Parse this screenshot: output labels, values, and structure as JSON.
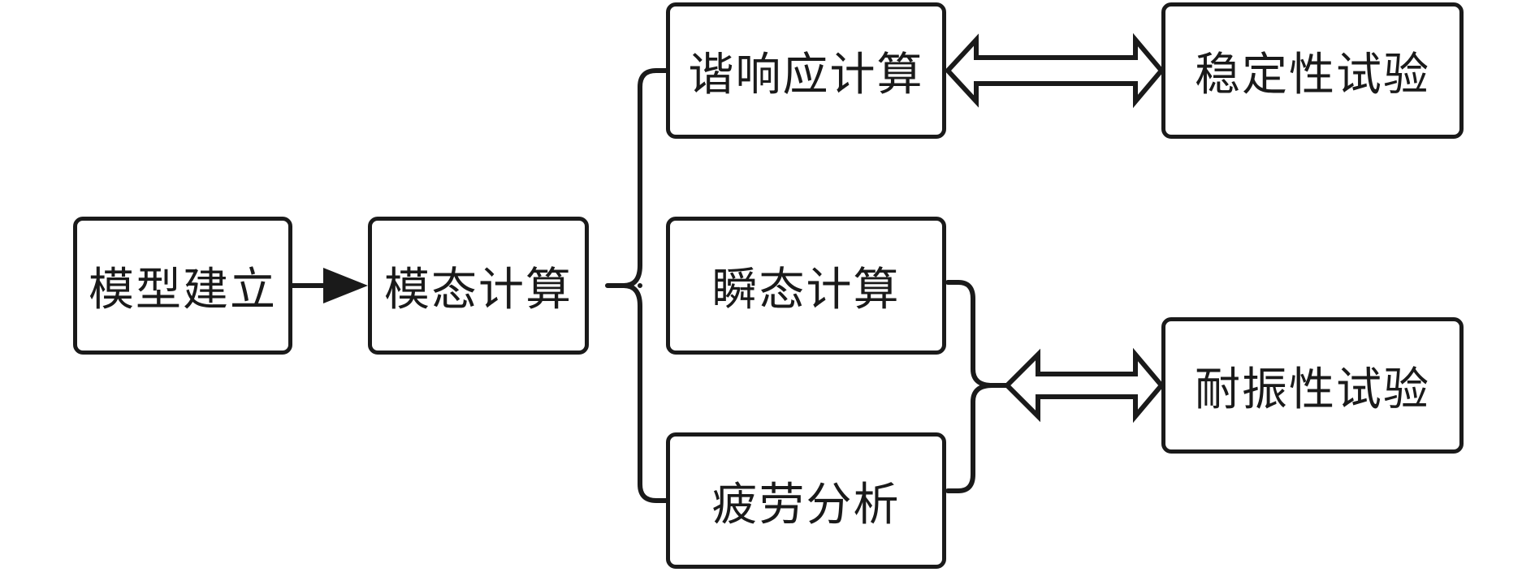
{
  "diagram": {
    "nodes": {
      "model_build": "模型建立",
      "modal_calc": "模态计算",
      "harmonic_response": "谐响应计算",
      "transient_calc": "瞬态计算",
      "fatigue_analysis": "疲劳分析",
      "stability_test": "稳定性试验",
      "vibration_test": "耐振性试验"
    },
    "edges": [
      {
        "from": "model_build",
        "to": "modal_calc",
        "style": "arrow"
      },
      {
        "from": "modal_calc",
        "to": [
          "harmonic_response",
          "transient_calc",
          "fatigue_analysis"
        ],
        "style": "brace"
      },
      {
        "from": "harmonic_response",
        "to": "stability_test",
        "style": "double-arrow"
      },
      {
        "from": [
          "transient_calc",
          "fatigue_analysis"
        ],
        "to": "vibration_test",
        "style": "brace-double-arrow"
      }
    ],
    "colors": {
      "line": "#1a1a1a",
      "background": "#ffffff"
    }
  }
}
